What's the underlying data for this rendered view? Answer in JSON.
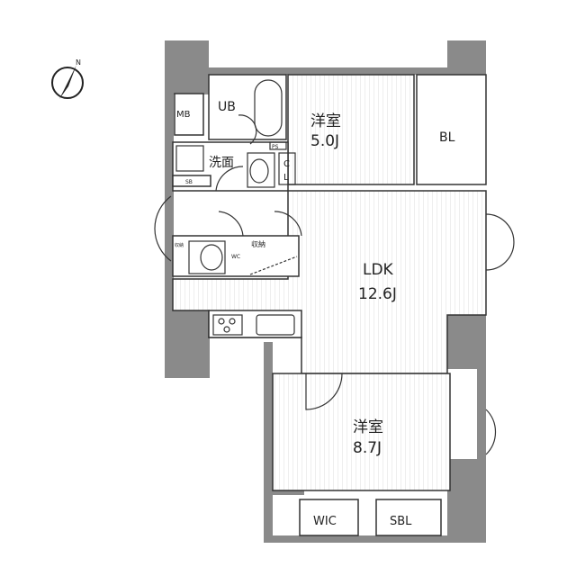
{
  "compass": {
    "label": "N"
  },
  "rooms": {
    "mb": "MB",
    "ub": "UB",
    "western_room_1": {
      "name": "洋室",
      "size": "5.0J"
    },
    "bl": "BL",
    "washroom": "洗面",
    "ps": "PS",
    "closet_c": "C",
    "closet_l": "L",
    "sb": "SB",
    "storage_1": "収納",
    "storage_2": "収納",
    "wc": "WC",
    "ldk": {
      "name": "LDK",
      "size": "12.6J"
    },
    "western_room_2": {
      "name": "洋室",
      "size": "8.7J"
    },
    "wic": "WIC",
    "sbl": "SBL"
  }
}
